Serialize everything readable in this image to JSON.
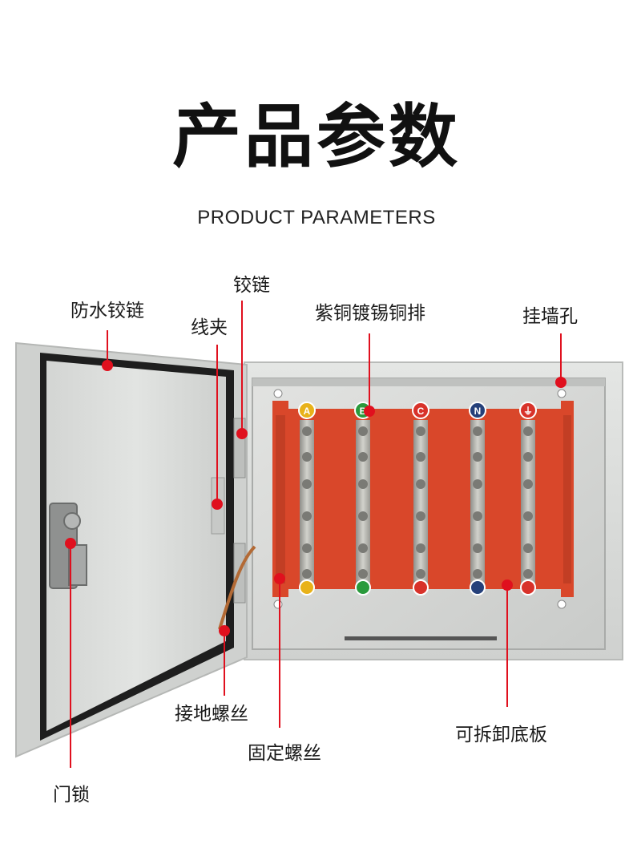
{
  "header": {
    "title": "产品参数",
    "subtitle": "PRODUCT PARAMETERS"
  },
  "callouts": {
    "waterproof_hinge": "防水铰链",
    "hinge": "铰链",
    "wire_clip": "线夹",
    "copper_busbar": "紫铜镀锡铜排",
    "wall_hole": "挂墙孔",
    "ground_screw": "接地螺丝",
    "fixing_screw": "固定螺丝",
    "removable_plate": "可拆卸底板",
    "door_lock": "门锁"
  },
  "busbars": [
    {
      "badge": "A",
      "color": "#e8b21a"
    },
    {
      "badge": "B",
      "color": "#2a9a3c"
    },
    {
      "badge": "C",
      "color": "#d8322a"
    },
    {
      "badge": "N",
      "color": "#25407a"
    },
    {
      "badge": "⏚",
      "color": "#d8322a"
    }
  ],
  "colors": {
    "callout_dot": "#e0101e",
    "mount_plate": "#d9472a",
    "enclosure": "#d6d8d6"
  }
}
